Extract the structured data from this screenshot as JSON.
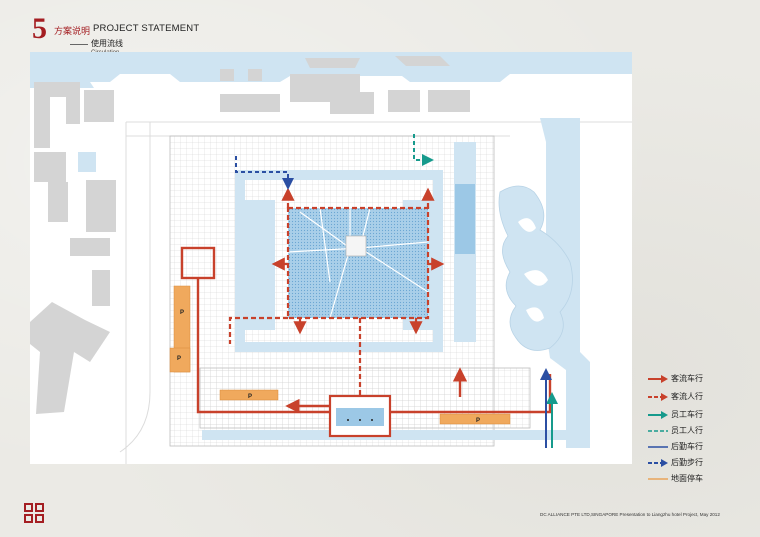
{
  "header": {
    "number": "5",
    "title_cn": "方案说明",
    "title_en": "PROJECT STATEMENT",
    "subtitle_cn": "使用流线",
    "subtitle_en": "Circulation"
  },
  "legend": [
    {
      "label": "客流车行",
      "color": "#c8412b",
      "style": "arrow-solid"
    },
    {
      "label": "客流人行",
      "color": "#c8412b",
      "style": "arrow-dashed"
    },
    {
      "label": "员工车行",
      "color": "#169a8c",
      "style": "arrow-solid"
    },
    {
      "label": "员工人行",
      "color": "#169a8c",
      "style": "line-dashed"
    },
    {
      "label": "后勤车行",
      "color": "#2b4fa3",
      "style": "line-solid"
    },
    {
      "label": "后勤步行",
      "color": "#2b4fa3",
      "style": "arrow-dashed"
    },
    {
      "label": "地面停车",
      "color": "#e9a45a",
      "style": "line-solid"
    }
  ],
  "plan": {
    "parking_marker": "P",
    "colors": {
      "water": "#cfe4f2",
      "roof": "#bcd9ee",
      "parking": "#f0a95d",
      "building": "#d4d4d4",
      "guest_route": "#c8412b",
      "staff_route": "#169a8c",
      "service_route": "#2b4fa3"
    }
  },
  "footer": {
    "credit": "DC ALLIANCE PTE LTD,SINGAPORE Presentation to Liangzhu hotel Project, May 2012"
  }
}
